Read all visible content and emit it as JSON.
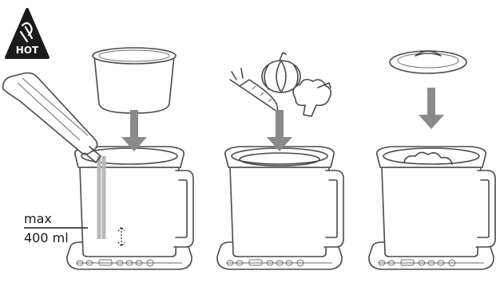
{
  "warning": {
    "label": "HOT",
    "icon": "hot-steam-warning-icon"
  },
  "level_marking": {
    "max_label": "max",
    "volume_label": "400 ml"
  },
  "steps": [
    {
      "name": "fill-water-and-insert-basket",
      "icons": [
        "bottle-pour-icon",
        "steamer-basket-icon",
        "down-arrow-icon"
      ]
    },
    {
      "name": "add-vegetables",
      "icons": [
        "carrot-icon",
        "pumpkin-icon",
        "broccoli-icon",
        "down-arrow-icon"
      ]
    },
    {
      "name": "close-lid",
      "icons": [
        "lid-icon",
        "down-arrow-icon"
      ]
    }
  ],
  "colors": {
    "outline": "#4a4a4a",
    "water": "#c8c8c8",
    "water_band": "#9a9a9a",
    "arrow": "#8a8a8a",
    "warning_bg": "#1a1a1a"
  }
}
